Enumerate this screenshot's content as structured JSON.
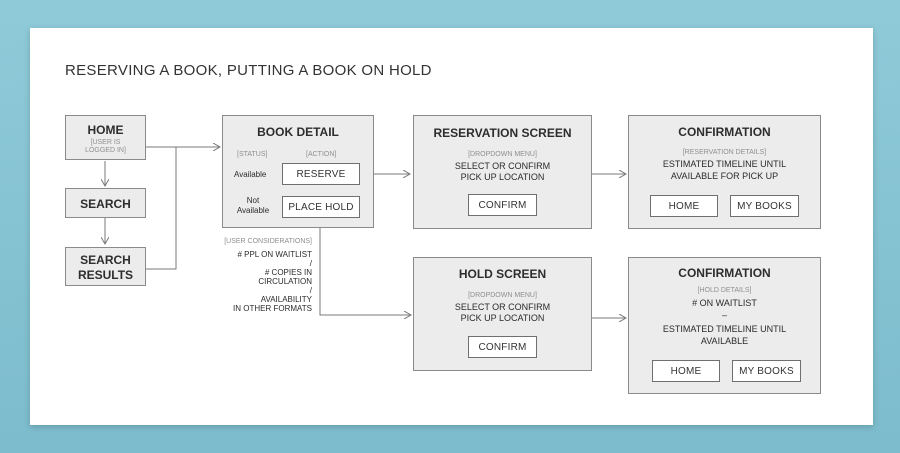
{
  "title": "RESERVING A BOOK, PUTTING A BOOK ON HOLD",
  "home": {
    "title": "HOME",
    "note_line1": "[USER IS",
    "note_line2": "LOGGED IN]"
  },
  "search": {
    "title": "SEARCH"
  },
  "search_results": {
    "line1": "SEARCH",
    "line2": "RESULTS"
  },
  "book_detail": {
    "title": "BOOK DETAIL",
    "status_header": "[STATUS]",
    "action_header": "[ACTION]",
    "available_label": "Available",
    "not_label_line1": "Not",
    "not_label_line2": "Available",
    "reserve_button": "RESERVE",
    "place_hold_button": "PLACE HOLD"
  },
  "considerations": {
    "header": "[USER CONSIDERATIONS]",
    "item1": "# PPL ON WAITLIST",
    "slash1": "/",
    "item2_line1": "# COPIES IN",
    "item2_line2": "CIRCULATION",
    "slash2": "/",
    "item3_line1": "AVAILABILITY",
    "item3_line2": "IN OTHER FORMATS"
  },
  "reservation_screen": {
    "title": "RESERVATION SCREEN",
    "note": "[DROPDOWN MENU]",
    "line1": "SELECT OR CONFIRM",
    "line2": "PICK UP LOCATION",
    "confirm_button": "CONFIRM"
  },
  "hold_screen": {
    "title": "HOLD SCREEN",
    "note": "[DROPDOWN MENU]",
    "line1": "SELECT OR CONFIRM",
    "line2": "PICK UP LOCATION",
    "confirm_button": "CONFIRM"
  },
  "confirmation_reserve": {
    "title": "CONFIRMATION",
    "note": "[RESERVATION DETAILS]",
    "line1": "ESTIMATED TIMELINE UNTIL",
    "line2": "AVAILABLE FOR PICK UP",
    "home_button": "HOME",
    "mybooks_button": "MY BOOKS"
  },
  "confirmation_hold": {
    "title": "CONFIRMATION",
    "note": "[HOLD DETAILS]",
    "line1": "# ON WAITLIST",
    "dash": "–",
    "line2": "ESTIMATED TIMELINE UNTIL",
    "line3": "AVAILABLE",
    "home_button": "HOME",
    "mybooks_button": "MY BOOKS"
  },
  "colors": {
    "box_fill": "#ececec",
    "box_border": "#8a8a8a",
    "line": "#7a7a7a",
    "background": "#8fcad8"
  }
}
